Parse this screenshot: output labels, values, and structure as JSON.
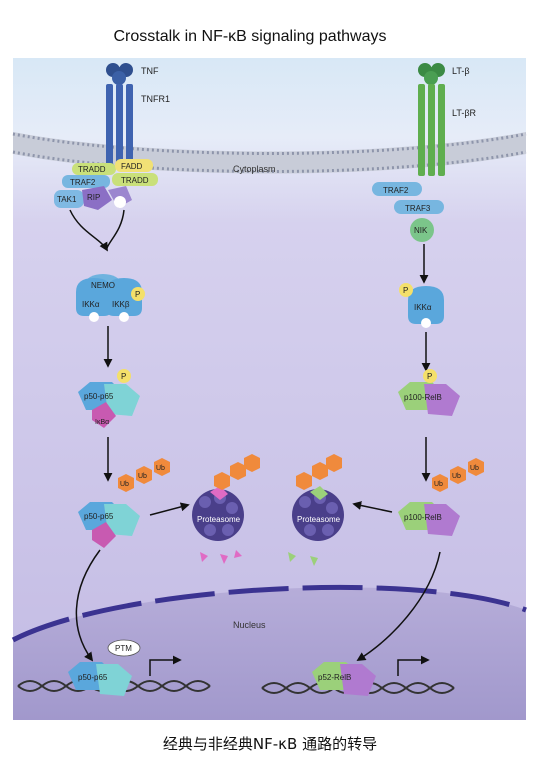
{
  "title": "Crosstalk in NF-κB signaling pathways",
  "caption": "经典与非经典NF-κB 通路的转导",
  "compartments": {
    "cytoplasm": "Cytoplasm",
    "nucleus": "Nucleus"
  },
  "canonical": {
    "ligand": "TNF",
    "receptor": "TNFR1",
    "adaptors": [
      "TRADD",
      "FADD",
      "TRAF2",
      "TRADD",
      "TAK1",
      "RIP"
    ],
    "ikk": {
      "nemo": "NEMO",
      "alpha": "IKKα",
      "beta": "IKKβ",
      "phospho": "P"
    },
    "dimer_label": "p50-p65",
    "inhibitor": "IκBα",
    "phospho": "P",
    "ubiquitin": [
      "Ub",
      "Ub",
      "Ub"
    ],
    "proteasome": "Proteasome",
    "ptm": "PTM"
  },
  "noncanonical": {
    "ligand": "LT-β",
    "receptor": "LT-βR",
    "adaptors": [
      "TRAF2",
      "TRAF3",
      "NIK"
    ],
    "ikk": {
      "alpha": "IKKα",
      "phospho": "P"
    },
    "precursor_label": "p100-RelB",
    "phospho": "P",
    "ubiquitin": [
      "Ub",
      "Ub",
      "Ub"
    ],
    "proteasome": "Proteasome",
    "dimer_label": "p52-RelB"
  },
  "colors": {
    "background": "#c9c2e6",
    "nucleus": "#a9a0cf",
    "tnfr": "#3f63b0",
    "ltbr": "#5fae4f",
    "membrane": "#aeb4c4",
    "ub": "#f08a3c",
    "phospho": "#f4e06a",
    "proteasome": "#4a3f8a"
  }
}
